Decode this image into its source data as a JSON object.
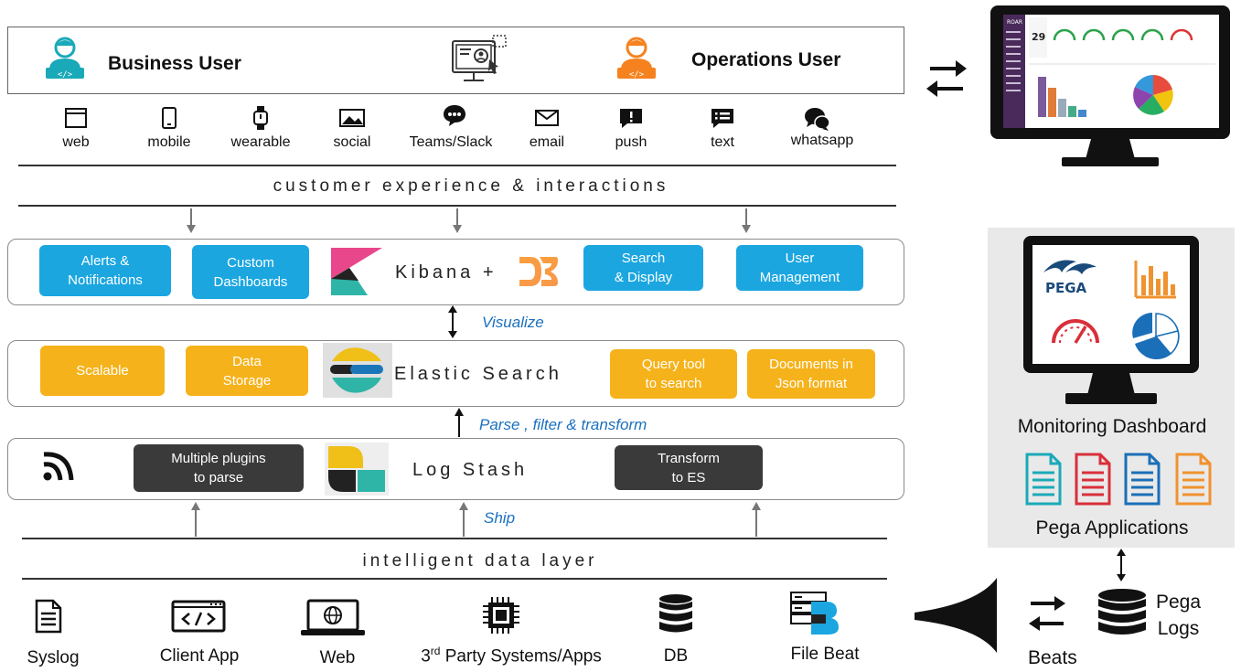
{
  "users": {
    "business": "Business User",
    "operations": "Operations User"
  },
  "channels": [
    "web",
    "mobile",
    "wearable",
    "social",
    "Teams/Slack",
    "email",
    "push",
    "text",
    "whatsapp"
  ],
  "layers": {
    "customer_experience": "customer experience & interactions",
    "intelligent_data": "intelligent data layer"
  },
  "kibana": {
    "title": "Kibana +",
    "items": [
      "Alerts &\nNotifications",
      "Custom\nDashboards",
      "Search\n& Display",
      "User\nManagement"
    ]
  },
  "elastic": {
    "title": "Elastic Search",
    "items": [
      "Scalable",
      "Data\nStorage",
      "Query tool\nto search",
      "Documents in\nJson format"
    ]
  },
  "logstash": {
    "title": "Log Stash",
    "items": [
      "Multiple plugins\nto parse",
      "Transform\nto ES"
    ]
  },
  "flows": {
    "visualize": "Visualize",
    "parse": "Parse , filter & transform",
    "ship": "Ship"
  },
  "sources": {
    "syslog": "Syslog",
    "client_app": "Client App",
    "web": "Web",
    "third_party_sup": "rd",
    "third_party_prefix": "3",
    "third_party_rest": " Party Systems/Apps",
    "db": "DB",
    "file_beat": "File Beat"
  },
  "right": {
    "monitoring_dashboard": "Monitoring Dashboard",
    "pega_applications": "Pega Applications",
    "pega_logo": "PEGA",
    "pega_logs": "Pega\nLogs",
    "beats": "Beats",
    "screen_value": "29"
  },
  "colors": {
    "blue_pill": "#1ba6e0",
    "gold_pill": "#f5b21a",
    "dark_pill": "#3a3a3a",
    "flow_text": "#1b70c0",
    "business_user": "#1aa9b8",
    "operations_user": "#f5821f"
  }
}
